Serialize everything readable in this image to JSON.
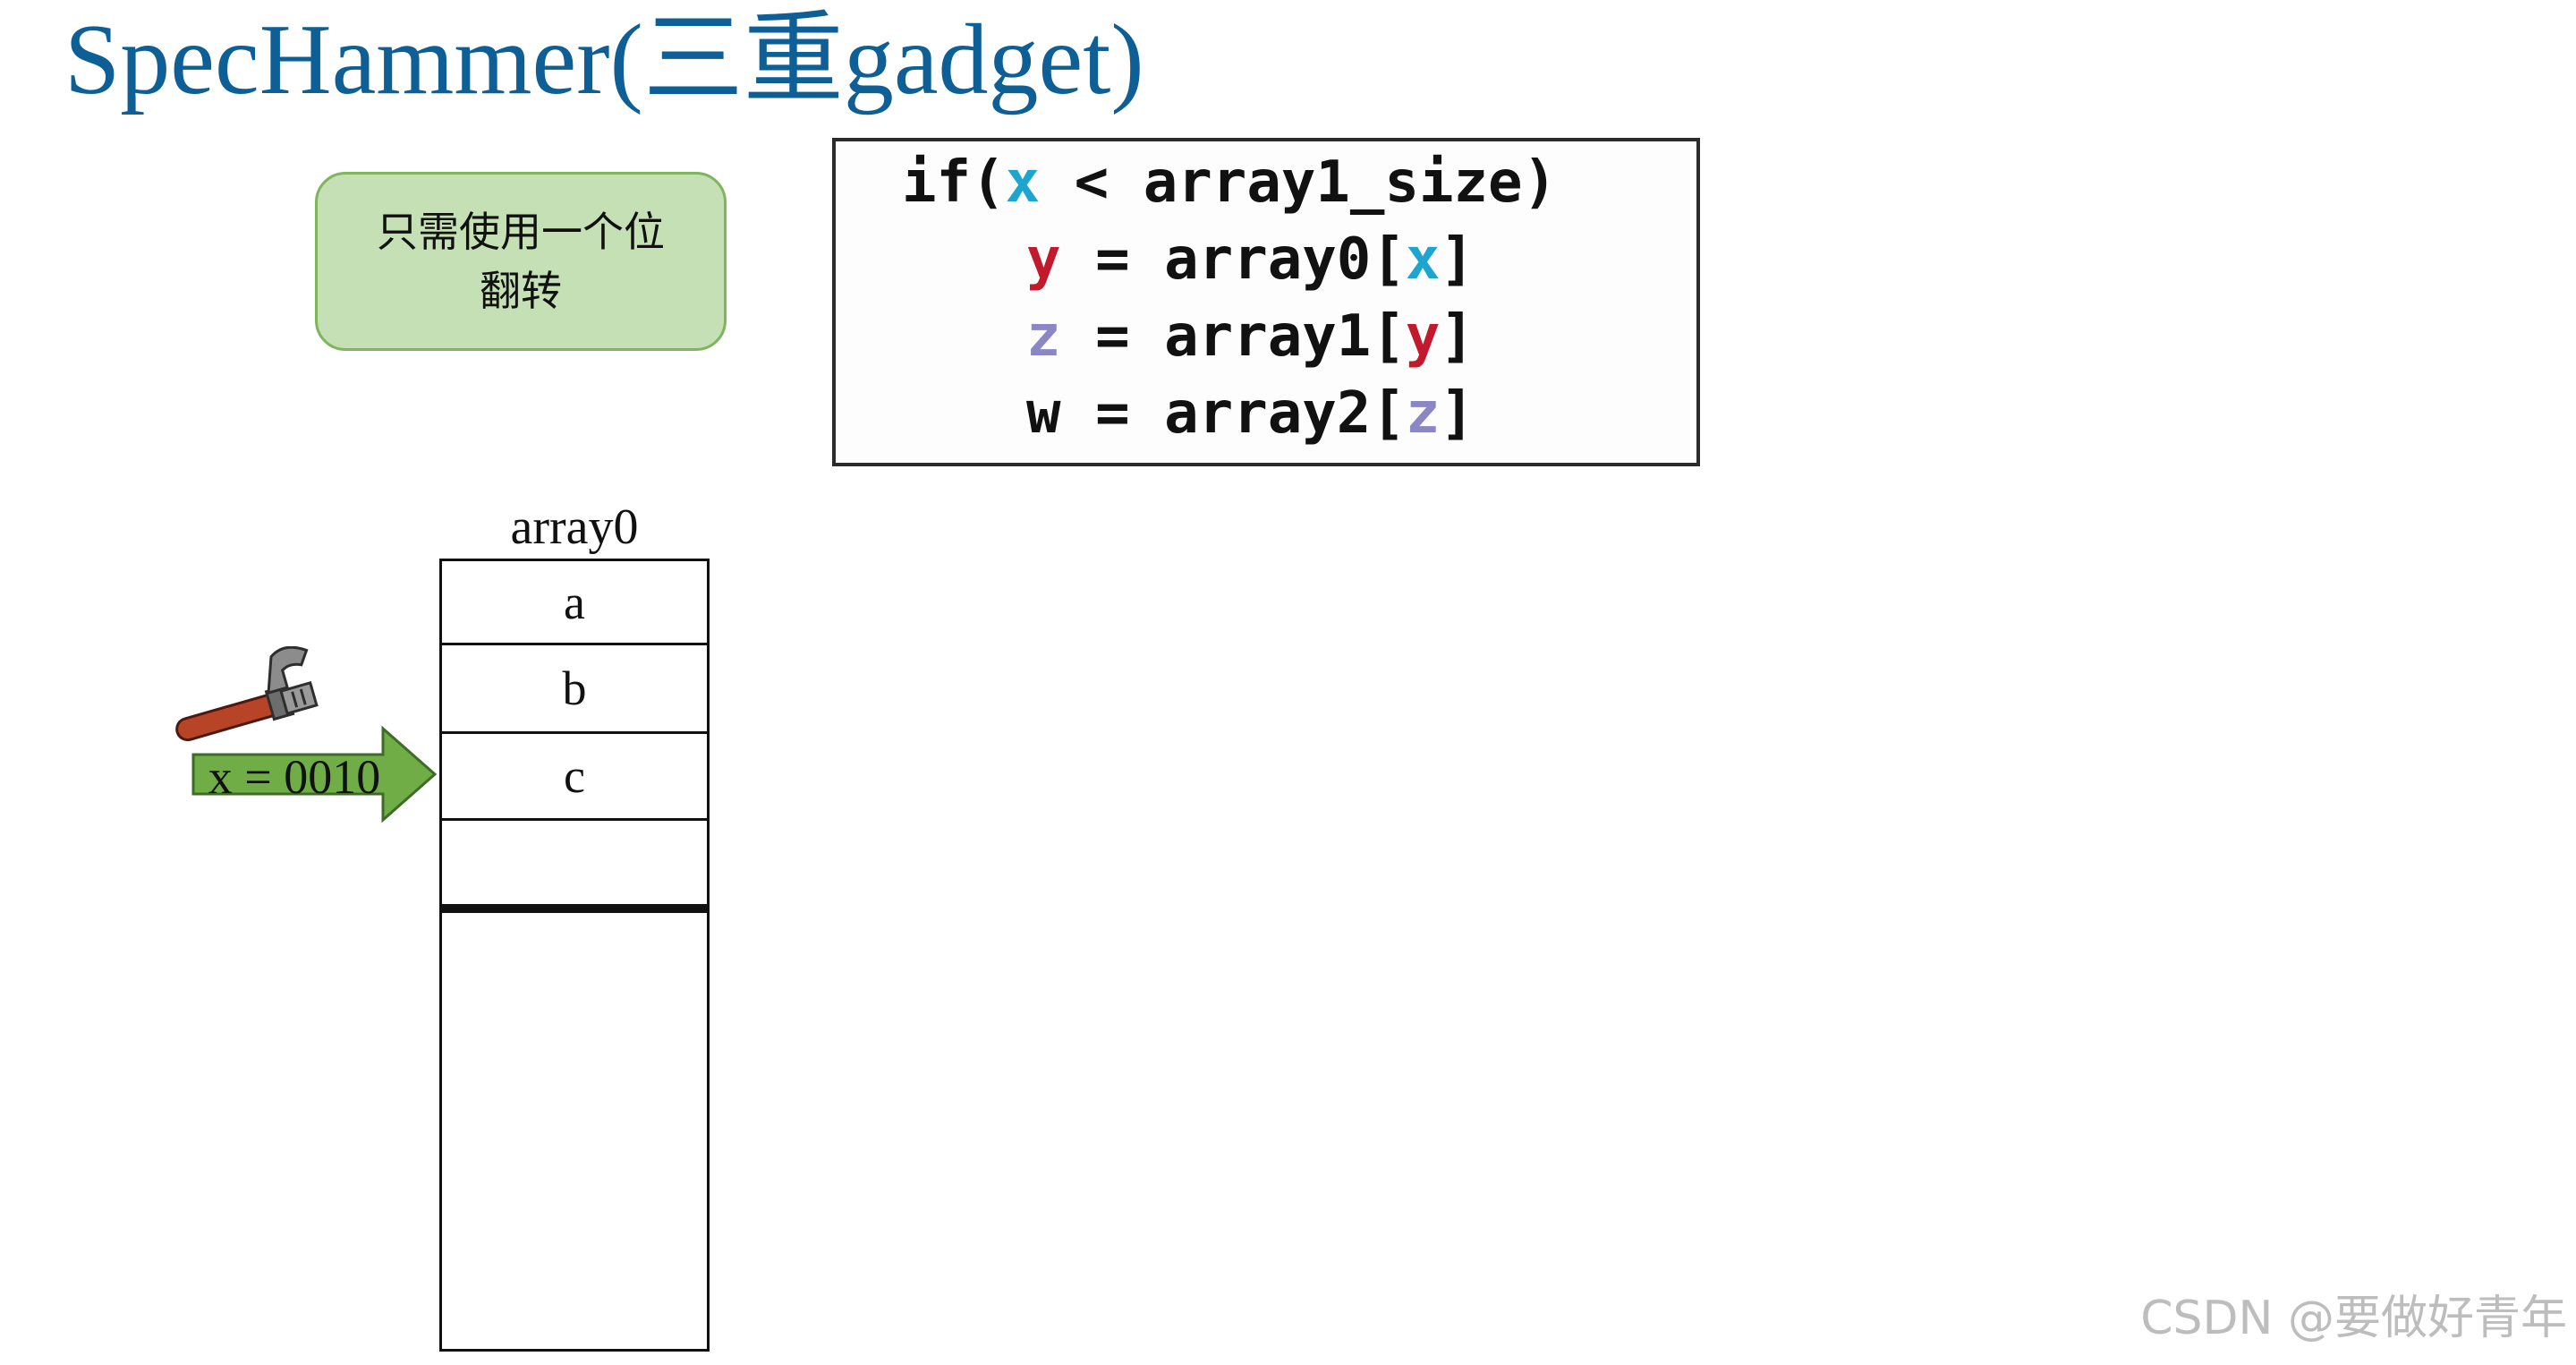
{
  "title": "SpecHammer(三重gadget)",
  "note": {
    "line1": "只需使用一个位",
    "line2": "翻转"
  },
  "code": {
    "line1": {
      "pre": "if(",
      "x": "x",
      "post": " < array1_size)"
    },
    "line2": {
      "var": "y",
      "mid": " = array0[",
      "idx": "x",
      "end": "]"
    },
    "line3": {
      "var": "z",
      "mid": " = array1[",
      "idx": "y",
      "end": "]"
    },
    "line4": {
      "var": "w",
      "mid": " = array2[",
      "idx": "z",
      "end": "]"
    }
  },
  "array": {
    "label": "array0",
    "cells": [
      "a",
      "b",
      "c",
      ""
    ]
  },
  "arrow": {
    "label": "x = 0010"
  },
  "watermark": "CSDN @要做好青年",
  "colors": {
    "title": "#0e5f95",
    "x": "#1ea5cf",
    "y": "#c21a2c",
    "z": "#8a87c4",
    "arrow_fill": "#70ad47",
    "note_fill": "#c5e0b4"
  },
  "icons": [
    "hammer-icon"
  ]
}
